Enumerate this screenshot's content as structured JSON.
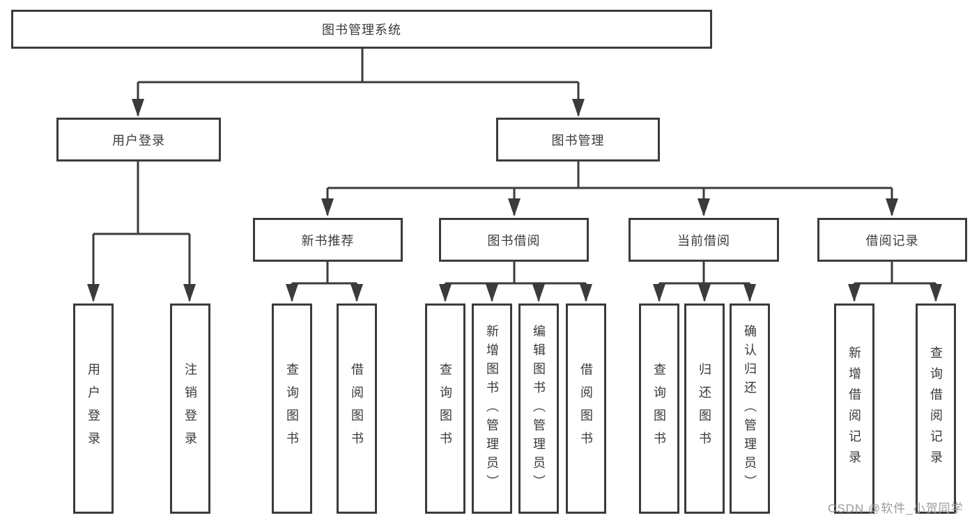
{
  "diagram": {
    "title": "图书管理系统",
    "level2": {
      "user_login": "用户登录",
      "book_mgmt": "图书管理"
    },
    "level3": [
      "新书推荐",
      "图书借阅",
      "当前借阅",
      "借阅记录"
    ],
    "leaves": {
      "g1": [
        "用户登录",
        "注销登录"
      ],
      "g2": [
        "查询图书",
        "借阅图书"
      ],
      "g3": [
        "查询图书",
        "新增图书（管理员）",
        "编辑图书（管理员）",
        "借阅图书"
      ],
      "g4": [
        "查询图书",
        "归还图书",
        "确认归还（管理员）"
      ],
      "g5": [
        "新增借阅记录",
        "查询借阅记录"
      ]
    }
  },
  "watermark": "CSDN @软件_小贺同学",
  "colors": {
    "line": "#3b3b3b",
    "text": "#3a3a3a",
    "background": "#ffffff",
    "watermark": "#9b9b9b"
  }
}
